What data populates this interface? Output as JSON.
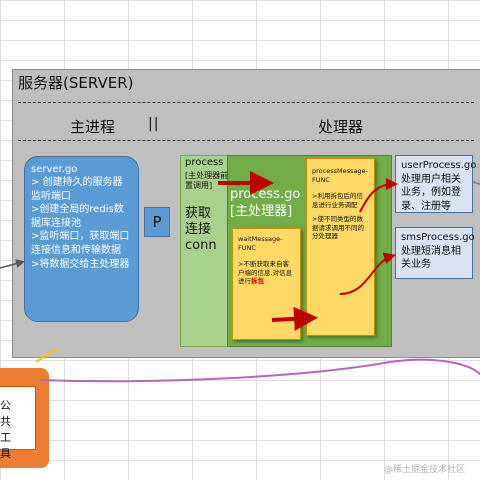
{
  "server": {
    "title": "服务器(SERVER)",
    "main_process_label": "主进程",
    "separator": "||",
    "processor_label": "处理器"
  },
  "server_go": {
    "title": "server.go",
    "lines": [
      "> 创建持久的服务器监听端口",
      ">创建全局的redis数据库连接池",
      ">监听端口，获取端口连接信息和传输数据",
      ">将数据交给主处理器"
    ]
  },
  "p_label": "P",
  "process": {
    "name": "process",
    "sub": "[主处理器前置调用]",
    "get_conn": "获取连接conn",
    "processgo_line1": "process.go",
    "processgo_line2": "[主处理器]"
  },
  "wait_message": {
    "name": "waitMessage-FUNC",
    "desc_prefix": ">不断获取来自客户端的信息,对信息进行",
    "desc_highlight": "拆包"
  },
  "process_message": {
    "name": "processMessage-FUNC",
    "desc1": ">利用拆包后的信息进行业务调配",
    "desc2": ">使不同类型的数据请求调用不同的分处理器"
  },
  "user_process": {
    "text": "userProcess.go处理用户相关业务，例如登录、注册等"
  },
  "sms_process": {
    "text": "smsProcess.go处理短消息相关业务"
  },
  "public_tools": {
    "text": "公共工具"
  },
  "watermark": "@稀土掘金技术社区",
  "colors": {
    "server_panel": "#bfbfbf",
    "server_go_box": "#5b9bd5",
    "processor_outer": "#a9d18e",
    "processor_inner": "#70ad47",
    "func_box": "#ffd966",
    "service_box": "#dae3f3",
    "arrow_red": "#c00000",
    "curve_purple": "#b865b8",
    "public_tools_box": "#ed7d31"
  }
}
